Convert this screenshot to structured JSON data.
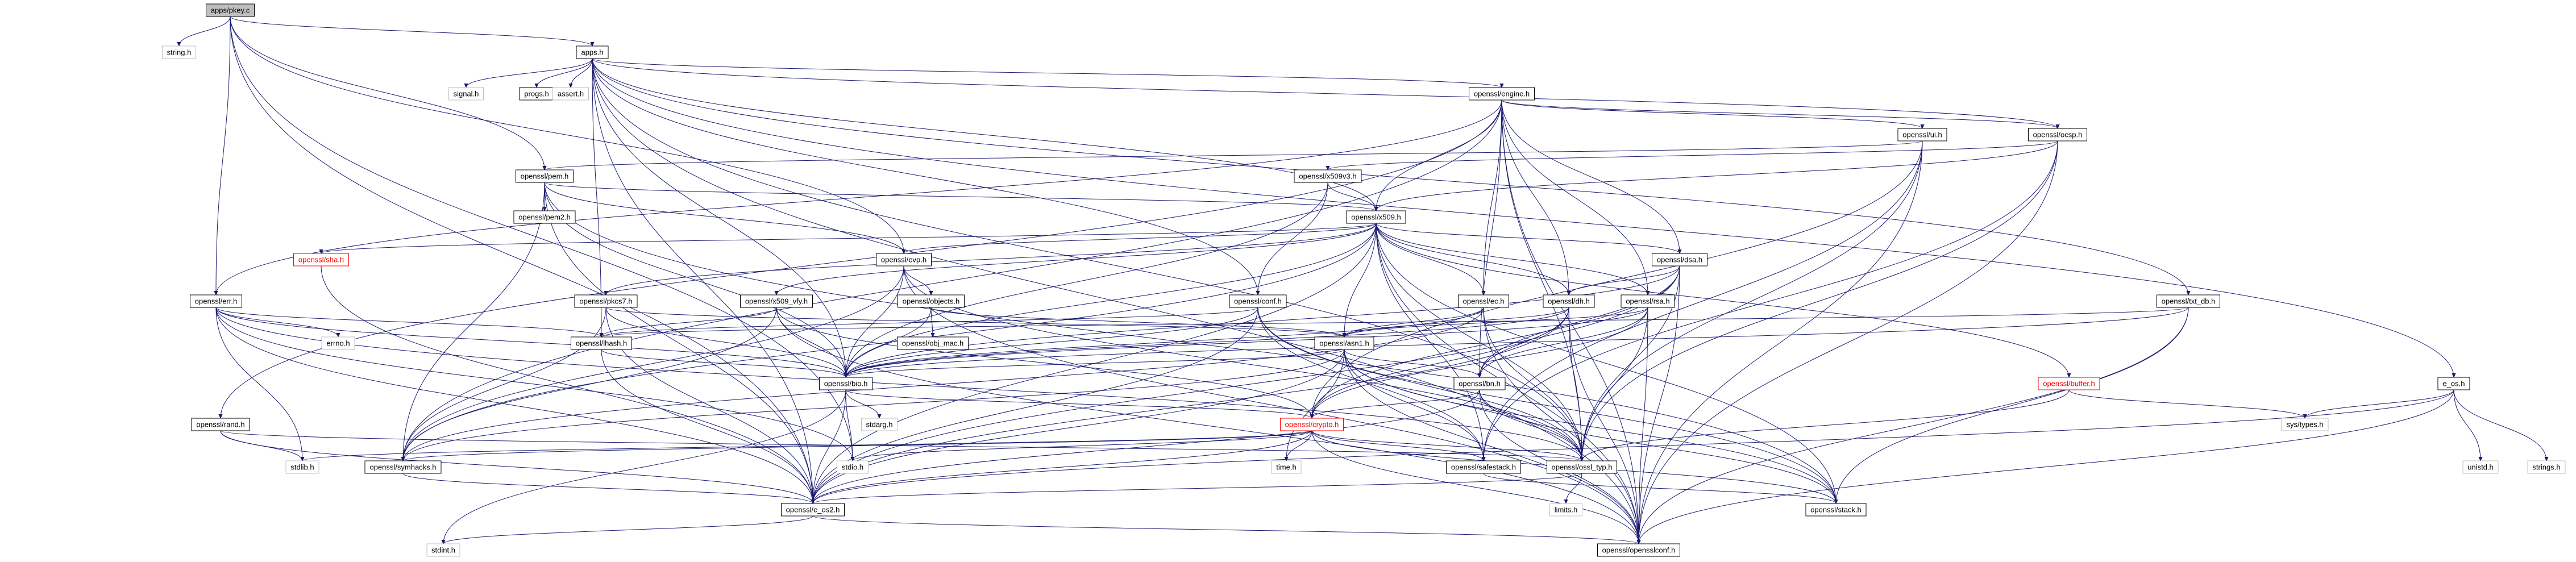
{
  "diagram": {
    "type": "include-dependency-graph",
    "nodes": [
      {
        "id": "apps_pkey",
        "label": "apps/pkey.c",
        "style": "root"
      },
      {
        "id": "string_h",
        "label": "string.h",
        "style": "sys"
      },
      {
        "id": "apps_h",
        "label": "apps.h",
        "style": "normal"
      },
      {
        "id": "signal_h",
        "label": "signal.h",
        "style": "sys"
      },
      {
        "id": "progs_h",
        "label": "progs.h",
        "style": "normal"
      },
      {
        "id": "assert_h",
        "label": "assert.h",
        "style": "sys"
      },
      {
        "id": "engine_h",
        "label": "openssl/engine.h",
        "style": "normal"
      },
      {
        "id": "ui_h",
        "label": "openssl/ui.h",
        "style": "normal"
      },
      {
        "id": "ocsp_h",
        "label": "openssl/ocsp.h",
        "style": "normal"
      },
      {
        "id": "x509v3_h",
        "label": "openssl/x509v3.h",
        "style": "normal"
      },
      {
        "id": "pem_h",
        "label": "openssl/pem.h",
        "style": "normal"
      },
      {
        "id": "pem2_h",
        "label": "openssl/pem2.h",
        "style": "normal"
      },
      {
        "id": "x509_h",
        "label": "openssl/x509.h",
        "style": "normal"
      },
      {
        "id": "sha_h",
        "label": "openssl/sha.h",
        "style": "red"
      },
      {
        "id": "evp_h",
        "label": "openssl/evp.h",
        "style": "normal"
      },
      {
        "id": "dsa_h",
        "label": "openssl/dsa.h",
        "style": "normal"
      },
      {
        "id": "err_h",
        "label": "openssl/err.h",
        "style": "normal"
      },
      {
        "id": "pkcs7_h",
        "label": "openssl/pkcs7.h",
        "style": "normal"
      },
      {
        "id": "x509_vfy_h",
        "label": "openssl/x509_vfy.h",
        "style": "normal"
      },
      {
        "id": "objects_h",
        "label": "openssl/objects.h",
        "style": "normal"
      },
      {
        "id": "conf_h",
        "label": "openssl/conf.h",
        "style": "normal"
      },
      {
        "id": "ec_h",
        "label": "openssl/ec.h",
        "style": "normal"
      },
      {
        "id": "dh_h",
        "label": "openssl/dh.h",
        "style": "normal"
      },
      {
        "id": "rsa_h",
        "label": "openssl/rsa.h",
        "style": "normal"
      },
      {
        "id": "txt_db_h",
        "label": "openssl/txt_db.h",
        "style": "normal"
      },
      {
        "id": "errno_h",
        "label": "errno.h",
        "style": "sys"
      },
      {
        "id": "lhash_h",
        "label": "openssl/lhash.h",
        "style": "normal"
      },
      {
        "id": "obj_mac_h",
        "label": "openssl/obj_mac.h",
        "style": "normal"
      },
      {
        "id": "asn1_h",
        "label": "openssl/asn1.h",
        "style": "normal"
      },
      {
        "id": "bio_h",
        "label": "openssl/bio.h",
        "style": "normal"
      },
      {
        "id": "bn_h",
        "label": "openssl/bn.h",
        "style": "normal"
      },
      {
        "id": "buffer_h",
        "label": "openssl/buffer.h",
        "style": "red"
      },
      {
        "id": "stdarg_h",
        "label": "stdarg.h",
        "style": "sys"
      },
      {
        "id": "rand_h",
        "label": "openssl/rand.h",
        "style": "normal"
      },
      {
        "id": "crypto_h",
        "label": "openssl/crypto.h",
        "style": "red"
      },
      {
        "id": "e_os_h",
        "label": "e_os.h",
        "style": "normal"
      },
      {
        "id": "sys_types_h",
        "label": "sys/types.h",
        "style": "sys"
      },
      {
        "id": "unistd_h",
        "label": "unistd.h",
        "style": "sys"
      },
      {
        "id": "strings_h",
        "label": "strings.h",
        "style": "sys"
      },
      {
        "id": "stdlib_h",
        "label": "stdlib.h",
        "style": "sys"
      },
      {
        "id": "symhacks_h",
        "label": "openssl/symhacks.h",
        "style": "normal"
      },
      {
        "id": "stdio_h",
        "label": "stdio.h",
        "style": "sys"
      },
      {
        "id": "time_h",
        "label": "time.h",
        "style": "sys"
      },
      {
        "id": "safestack_h",
        "label": "openssl/safestack.h",
        "style": "normal"
      },
      {
        "id": "ossl_typ_h",
        "label": "openssl/ossl_typ.h",
        "style": "normal"
      },
      {
        "id": "limits_h",
        "label": "limits.h",
        "style": "sys"
      },
      {
        "id": "e_os2_h",
        "label": "openssl/e_os2.h",
        "style": "normal"
      },
      {
        "id": "stack_h",
        "label": "openssl/stack.h",
        "style": "normal"
      },
      {
        "id": "stdint_h",
        "label": "stdint.h",
        "style": "sys"
      },
      {
        "id": "opensslconf_h",
        "label": "openssl/opensslconf.h",
        "style": "normal"
      }
    ],
    "edges": [
      [
        "apps_pkey",
        "string_h"
      ],
      [
        "apps_pkey",
        "apps_h"
      ],
      [
        "apps_pkey",
        "pem_h"
      ],
      [
        "apps_pkey",
        "err_h"
      ],
      [
        "apps_pkey",
        "evp_h"
      ],
      [
        "apps_pkey",
        "e_os2_h"
      ],
      [
        "apps_pkey",
        "stdio_h"
      ],
      [
        "apps_h",
        "signal_h"
      ],
      [
        "apps_h",
        "progs_h"
      ],
      [
        "apps_h",
        "assert_h"
      ],
      [
        "apps_h",
        "engine_h"
      ],
      [
        "apps_h",
        "e_os_h"
      ],
      [
        "apps_h",
        "txt_db_h"
      ],
      [
        "apps_h",
        "ocsp_h"
      ],
      [
        "apps_h",
        "x509_h"
      ],
      [
        "apps_h",
        "conf_h"
      ],
      [
        "apps_h",
        "lhash_h"
      ],
      [
        "apps_h",
        "bio_h"
      ],
      [
        "apps_h",
        "ossl_typ_h"
      ],
      [
        "apps_h",
        "opensslconf_h"
      ],
      [
        "apps_h",
        "e_os2_h"
      ],
      [
        "engine_h",
        "ui_h"
      ],
      [
        "engine_h",
        "ocsp_h"
      ],
      [
        "engine_h",
        "x509_h"
      ],
      [
        "engine_h",
        "dsa_h"
      ],
      [
        "engine_h",
        "ec_h"
      ],
      [
        "engine_h",
        "dh_h"
      ],
      [
        "engine_h",
        "rsa_h"
      ],
      [
        "engine_h",
        "err_h"
      ],
      [
        "engine_h",
        "rand_h"
      ],
      [
        "engine_h",
        "symhacks_h"
      ],
      [
        "engine_h",
        "bn_h"
      ],
      [
        "engine_h",
        "ossl_typ_h"
      ],
      [
        "engine_h",
        "opensslconf_h"
      ],
      [
        "ui_h",
        "pem_h"
      ],
      [
        "ui_h",
        "safestack_h"
      ],
      [
        "ui_h",
        "crypto_h"
      ],
      [
        "ui_h",
        "ossl_typ_h"
      ],
      [
        "ui_h",
        "opensslconf_h"
      ],
      [
        "ocsp_h",
        "x509v3_h"
      ],
      [
        "ocsp_h",
        "x509_h"
      ],
      [
        "ocsp_h",
        "safestack_h"
      ],
      [
        "ocsp_h",
        "ossl_typ_h"
      ],
      [
        "ocsp_h",
        "opensslconf_h"
      ],
      [
        "x509v3_h",
        "x509_h"
      ],
      [
        "x509v3_h",
        "conf_h"
      ],
      [
        "x509v3_h",
        "bio_h"
      ],
      [
        "pem_h",
        "pem2_h"
      ],
      [
        "pem_h",
        "x509_h"
      ],
      [
        "pem_h",
        "evp_h"
      ],
      [
        "pem_h",
        "bio_h"
      ],
      [
        "pem_h",
        "stack_h"
      ],
      [
        "pem_h",
        "symhacks_h"
      ],
      [
        "pem_h",
        "e_os2_h"
      ],
      [
        "x509_h",
        "sha_h"
      ],
      [
        "x509_h",
        "evp_h"
      ],
      [
        "x509_h",
        "dsa_h"
      ],
      [
        "x509_h",
        "ec_h"
      ],
      [
        "x509_h",
        "dh_h"
      ],
      [
        "x509_h",
        "rsa_h"
      ],
      [
        "x509_h",
        "buffer_h"
      ],
      [
        "x509_h",
        "pkcs7_h"
      ],
      [
        "x509_h",
        "x509_vfy_h"
      ],
      [
        "x509_h",
        "asn1_h"
      ],
      [
        "x509_h",
        "bio_h"
      ],
      [
        "x509_h",
        "stack_h"
      ],
      [
        "x509_h",
        "safestack_h"
      ],
      [
        "x509_h",
        "symhacks_h"
      ],
      [
        "x509_h",
        "ossl_typ_h"
      ],
      [
        "x509_h",
        "e_os2_h"
      ],
      [
        "x509_h",
        "opensslconf_h"
      ],
      [
        "sha_h",
        "e_os2_h"
      ],
      [
        "sha_h",
        "stddef_h"
      ],
      [
        "evp_h",
        "objects_h"
      ],
      [
        "evp_h",
        "bio_h"
      ],
      [
        "evp_h",
        "symhacks_h"
      ],
      [
        "evp_h",
        "ossl_typ_h"
      ],
      [
        "evp_h",
        "opensslconf_h"
      ],
      [
        "objects_h",
        "obj_mac_h"
      ],
      [
        "objects_h",
        "asn1_h"
      ],
      [
        "objects_h",
        "bio_h"
      ],
      [
        "dsa_h",
        "dh_h"
      ],
      [
        "dsa_h",
        "bio_h"
      ],
      [
        "dsa_h",
        "crypto_h"
      ],
      [
        "dsa_h",
        "bn_h"
      ],
      [
        "dsa_h",
        "ossl_typ_h"
      ],
      [
        "dsa_h",
        "e_os2_h"
      ],
      [
        "dsa_h",
        "opensslconf_h"
      ],
      [
        "err_h",
        "errno_h"
      ],
      [
        "err_h",
        "lhash_h"
      ],
      [
        "err_h",
        "bio_h"
      ],
      [
        "err_h",
        "stdlib_h"
      ],
      [
        "err_h",
        "stdio_h"
      ],
      [
        "err_h",
        "ossl_typ_h"
      ],
      [
        "err_h",
        "e_os2_h"
      ],
      [
        "pkcs7_h",
        "asn1_h"
      ],
      [
        "pkcs7_h",
        "bio_h"
      ],
      [
        "pkcs7_h",
        "symhacks_h"
      ],
      [
        "pkcs7_h",
        "e_os2_h"
      ],
      [
        "x509_vfy_h",
        "lhash_h"
      ],
      [
        "x509_vfy_h",
        "bio_h"
      ],
      [
        "x509_vfy_h",
        "crypto_h"
      ],
      [
        "x509_vfy_h",
        "symhacks_h"
      ],
      [
        "x509_vfy_h",
        "opensslconf_h"
      ],
      [
        "conf_h",
        "lhash_h"
      ],
      [
        "conf_h",
        "bio_h"
      ],
      [
        "conf_h",
        "stack_h"
      ],
      [
        "conf_h",
        "safestack_h"
      ],
      [
        "conf_h",
        "ossl_typ_h"
      ],
      [
        "conf_h",
        "e_os2_h"
      ],
      [
        "ec_h",
        "asn1_h"
      ],
      [
        "ec_h",
        "bio_h"
      ],
      [
        "ec_h",
        "symhacks_h"
      ],
      [
        "ec_h",
        "ossl_typ_h"
      ],
      [
        "ec_h",
        "opensslconf_h"
      ],
      [
        "dh_h",
        "asn1_h"
      ],
      [
        "dh_h",
        "bio_h"
      ],
      [
        "dh_h",
        "crypto_h"
      ],
      [
        "dh_h",
        "bn_h"
      ],
      [
        "dh_h",
        "ossl_typ_h"
      ],
      [
        "dh_h",
        "e_os2_h"
      ],
      [
        "dh_h",
        "opensslconf_h"
      ],
      [
        "rsa_h",
        "asn1_h"
      ],
      [
        "rsa_h",
        "bio_h"
      ],
      [
        "rsa_h",
        "crypto_h"
      ],
      [
        "rsa_h",
        "bn_h"
      ],
      [
        "rsa_h",
        "ossl_typ_h"
      ],
      [
        "rsa_h",
        "opensslconf_h"
      ],
      [
        "txt_db_h",
        "lhash_h"
      ],
      [
        "txt_db_h",
        "bio_h"
      ],
      [
        "txt_db_h",
        "stack_h"
      ],
      [
        "txt_db_h",
        "opensslconf_h"
      ],
      [
        "lhash_h",
        "bio_h"
      ],
      [
        "lhash_h",
        "e_os2_h"
      ],
      [
        "asn1_h",
        "bio_h"
      ],
      [
        "asn1_h",
        "bn_h"
      ],
      [
        "asn1_h",
        "time_h"
      ],
      [
        "asn1_h",
        "safestack_h"
      ],
      [
        "asn1_h",
        "stack_h"
      ],
      [
        "asn1_h",
        "symhacks_h"
      ],
      [
        "asn1_h",
        "ossl_typ_h"
      ],
      [
        "asn1_h",
        "e_os2_h"
      ],
      [
        "asn1_h",
        "opensslconf_h"
      ],
      [
        "bio_h",
        "stdarg_h"
      ],
      [
        "bio_h",
        "crypto_h"
      ],
      [
        "bio_h",
        "stdio_h"
      ],
      [
        "bio_h",
        "e_os2_h"
      ],
      [
        "bio_h",
        "stdint_h"
      ],
      [
        "bn_h",
        "crypto_h"
      ],
      [
        "bn_h",
        "ossl_typ_h"
      ],
      [
        "bn_h",
        "e_os2_h"
      ],
      [
        "bn_h",
        "opensslconf_h"
      ],
      [
        "bn_h",
        "stack_h"
      ],
      [
        "buffer_h",
        "ossl_typ_h"
      ],
      [
        "buffer_h",
        "sys_types_h"
      ],
      [
        "rand_h",
        "ossl_typ_h"
      ],
      [
        "rand_h",
        "e_os2_h"
      ],
      [
        "rand_h",
        "stdlib_h"
      ],
      [
        "crypto_h",
        "stdlib_h"
      ],
      [
        "crypto_h",
        "symhacks_h"
      ],
      [
        "crypto_h",
        "stdio_h"
      ],
      [
        "crypto_h",
        "time_h"
      ],
      [
        "crypto_h",
        "safestack_h"
      ],
      [
        "crypto_h",
        "ossl_typ_h"
      ],
      [
        "crypto_h",
        "e_os2_h"
      ],
      [
        "crypto_h",
        "stack_h"
      ],
      [
        "crypto_h",
        "opensslconf_h"
      ],
      [
        "e_os_h",
        "sys_types_h"
      ],
      [
        "e_os_h",
        "unistd_h"
      ],
      [
        "e_os_h",
        "strings_h"
      ],
      [
        "e_os_h",
        "e_os2_h"
      ],
      [
        "e_os_h",
        "opensslconf_h"
      ],
      [
        "symhacks_h",
        "e_os2_h"
      ],
      [
        "safestack_h",
        "stack_h"
      ],
      [
        "ossl_typ_h",
        "limits_h"
      ],
      [
        "ossl_typ_h",
        "e_os2_h"
      ],
      [
        "e_os2_h",
        "opensslconf_h"
      ],
      [
        "e_os2_h",
        "stdint_h"
      ]
    ]
  }
}
